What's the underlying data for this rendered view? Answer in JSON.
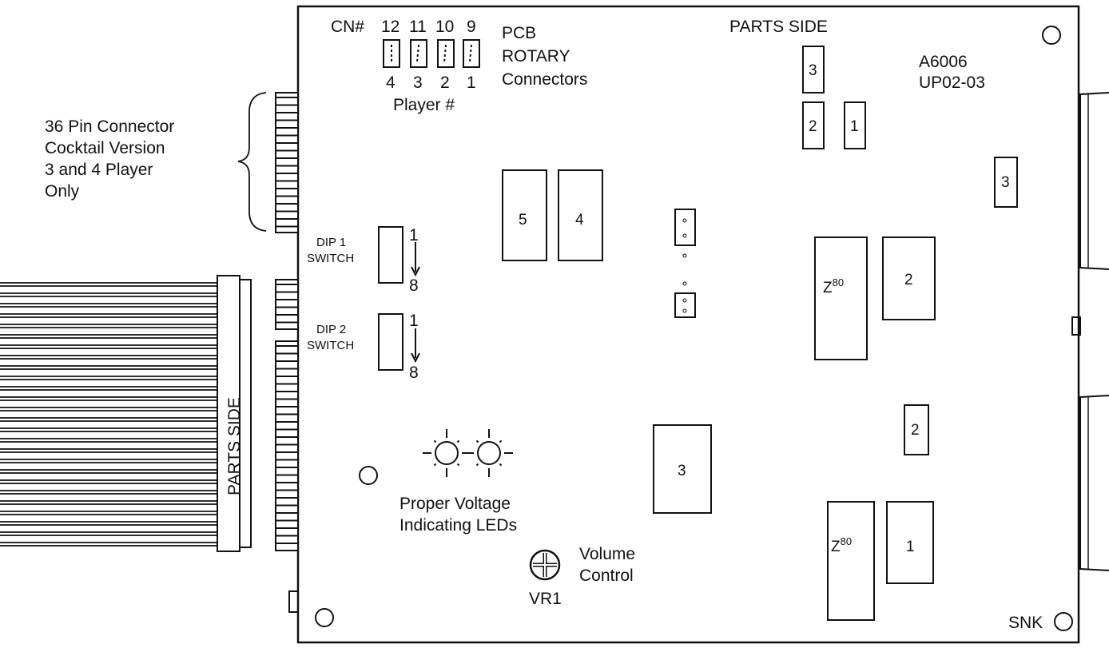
{
  "diagram": {
    "board_top_label": "PARTS SIDE",
    "board_id_line1": "A6006",
    "board_id_line2": "UP02-03",
    "maker_label": "SNK",
    "cn_prefix": "CN#",
    "cn_numbers": [
      "12",
      "11",
      "10",
      "9"
    ],
    "player_numbers": [
      "4",
      "3",
      "2",
      "1"
    ],
    "player_caption": "Player #",
    "rotary_line1": "PCB",
    "rotary_line2": "ROTARY",
    "rotary_line3": "Connectors",
    "connector36_line1": "36 Pin Connector",
    "connector36_line2": "Cocktail Version",
    "connector36_line3": "3 and 4 Player",
    "connector36_line4": "Only",
    "dip1_line1": "DIP 1",
    "dip1_line2": "SWITCH",
    "dip2_line1": "DIP 2",
    "dip2_line2": "SWITCH",
    "dip_start": "1",
    "dip_end": "8",
    "edge_label": "PARTS SIDE",
    "led_line1": "Proper Voltage",
    "led_line2": "Indicating LEDs",
    "volume_line1": "Volume",
    "volume_line2": "Control",
    "vr_label": "VR1",
    "chip_labels": {
      "c5": "5",
      "c4": "4",
      "c3_center": "3",
      "c_top3": "3",
      "c_top2": "2",
      "c_top1": "1",
      "c_right3": "3",
      "c_right2_small": "2",
      "c_mid2": "2",
      "c_low1": "1"
    },
    "z80_label": "Z",
    "z80_sup": "80"
  }
}
